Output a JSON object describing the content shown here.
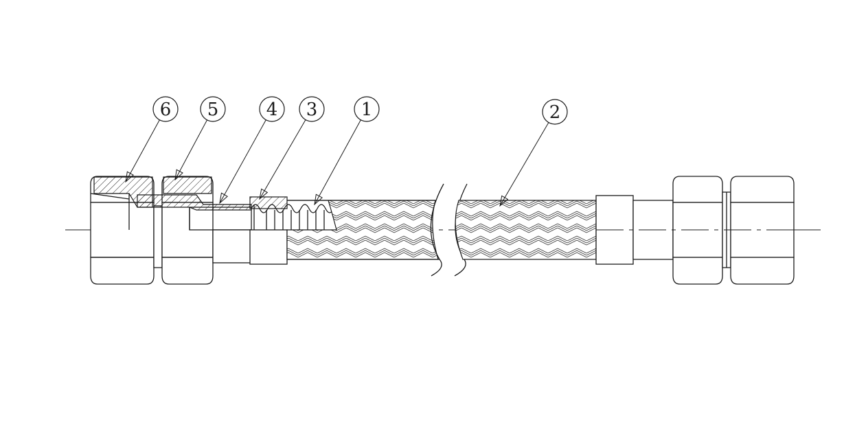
{
  "colors": {
    "line": "#1a1a1a",
    "background": "#ffffff",
    "braid": "#3a3a3a"
  },
  "callouts": [
    {
      "id": "part-6",
      "label": "6"
    },
    {
      "id": "part-5",
      "label": "5"
    },
    {
      "id": "part-4",
      "label": "4"
    },
    {
      "id": "part-3",
      "label": "3"
    },
    {
      "id": "part-1",
      "label": "1"
    },
    {
      "id": "part-2",
      "label": "2"
    }
  ]
}
